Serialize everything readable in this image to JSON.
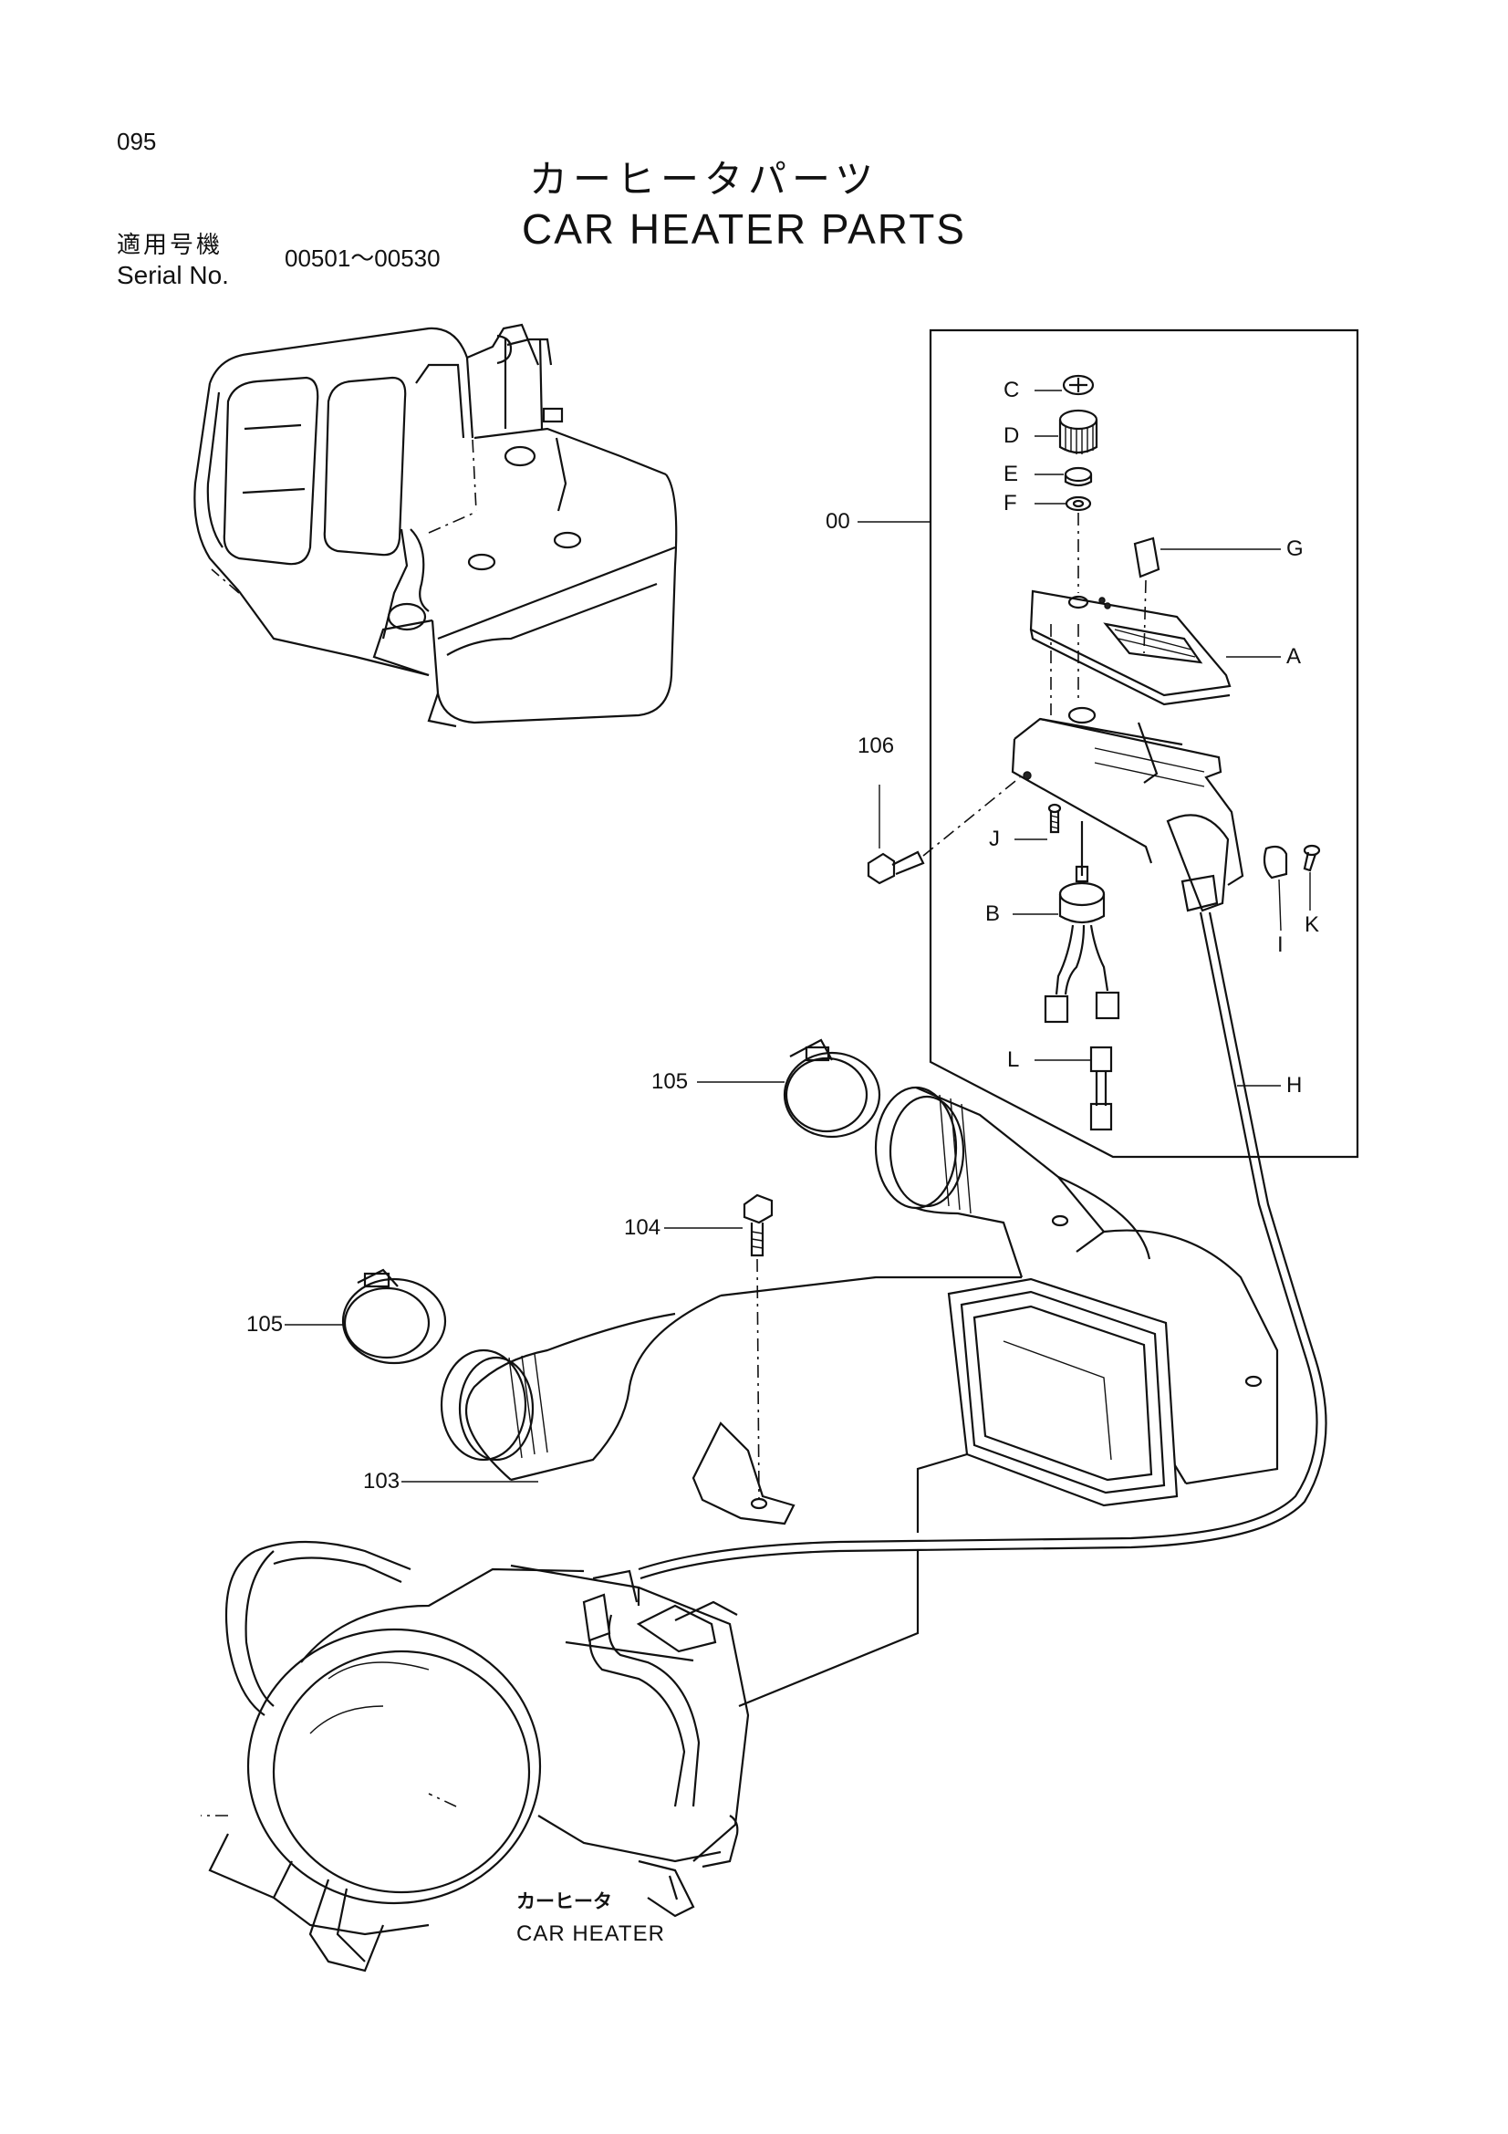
{
  "header": {
    "page_number": "095",
    "title_jp": "カーヒータパーツ",
    "title_en": "CAR HEATER PARTS",
    "serial_label_jp": "適用号機",
    "serial_label_en": "Serial No.",
    "serial_range": "00501～00530"
  },
  "callouts": {
    "c00": "00",
    "c103": "103",
    "c104": "104",
    "c105a": "105",
    "c105b": "105",
    "c106": "106",
    "cA": "A",
    "cB": "B",
    "cC": "C",
    "cD": "D",
    "cE": "E",
    "cF": "F",
    "cG": "G",
    "cH": "H",
    "cI": "I",
    "cJ": "J",
    "cK": "K",
    "cL": "L"
  },
  "caption": {
    "jp": "カーヒータ",
    "en": "CAR HEATER"
  }
}
